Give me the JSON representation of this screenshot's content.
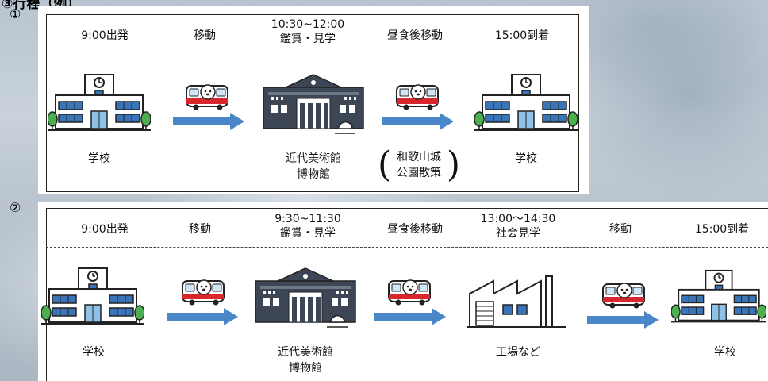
{
  "heading": "③行程（例）",
  "itineraries": [
    {
      "number": "①",
      "times": [
        "9:00出発",
        "移動",
        "10:30~12:00",
        "鑑賞・見学",
        "昼食後移動",
        "15:00到着"
      ],
      "places": {
        "start": "学校",
        "museum_line1": "近代美術館",
        "museum_line2": "博物館",
        "park_line1": "和歌山城",
        "park_line2": "公園散策",
        "end": "学校"
      },
      "paren_open": "(",
      "paren_close": ")"
    },
    {
      "number": "②",
      "times": [
        "9:00出発",
        "移動",
        "9:30~11:30",
        "鑑賞・見学",
        "昼食後移動",
        "13:00～14:30",
        "社会見学",
        "移動",
        "15:00到着"
      ],
      "places": {
        "start": "学校",
        "museum_line1": "近代美術館",
        "museum_line2": "博物館",
        "factory": "工場など",
        "end": "学校"
      }
    }
  ],
  "icons": {
    "school": "school-building-icon",
    "bus": "bus-icon",
    "arrow": "arrow-right-icon",
    "museum": "museum-building-icon",
    "factory": "factory-icon"
  },
  "colors": {
    "arrow": "#4a86c8",
    "building_blue": "#3a74b8",
    "museum_dark": "#3c4654",
    "bus_red": "#d9262c",
    "tree_green": "#4caf50"
  }
}
